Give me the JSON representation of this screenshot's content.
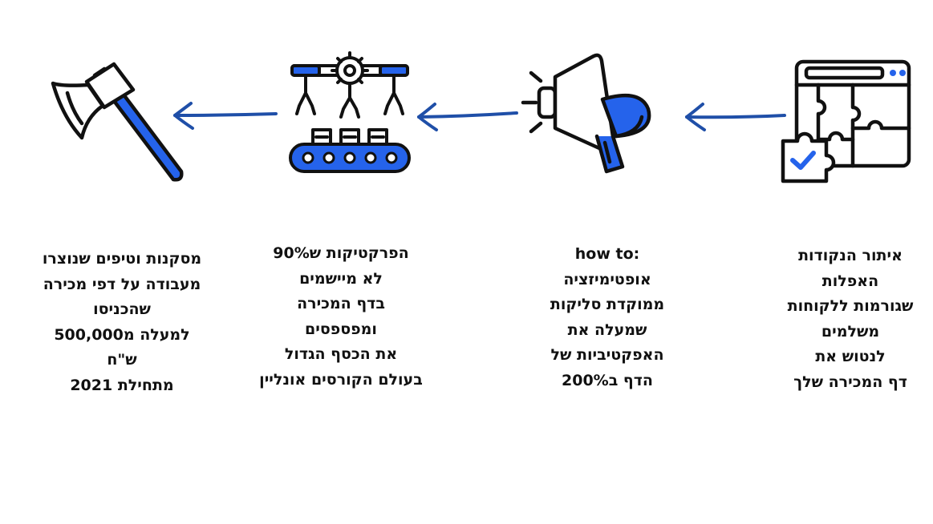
{
  "colors": {
    "accent": "#2563eb",
    "arrow": "#1f4fa8",
    "ink": "#111111"
  },
  "steps": [
    {
      "icon": "puzzle-window-icon",
      "lines": [
        "איתור הנקודות",
        "האפלות",
        "שגורמות ללקוחות",
        "משלמים",
        "לנטוש את",
        "דף המכירה שלך"
      ]
    },
    {
      "icon": "megaphone-icon",
      "lines": [
        "how to:",
        "אופטימיזציה",
        "ממוקדת סליקות",
        "שמעלה את",
        "האפקטיביות של",
        "הדף ב200%"
      ]
    },
    {
      "icon": "factory-robot-arms-icon",
      "lines": [
        "הפרקטיקות ש90%",
        "לא מיישמים",
        "בדף המכירה",
        "ומפספסים",
        "את הכסף הגדול",
        "בעולם הקורסים אונליין"
      ]
    },
    {
      "icon": "axe-icon",
      "lines": [
        "מסקנות וטיפים שנוצרו",
        "מעבודה על דפי מכירה",
        "שהכניסו",
        "למעלה מ500,000",
        "ש\"ח",
        "מתחילת 2021"
      ]
    }
  ]
}
